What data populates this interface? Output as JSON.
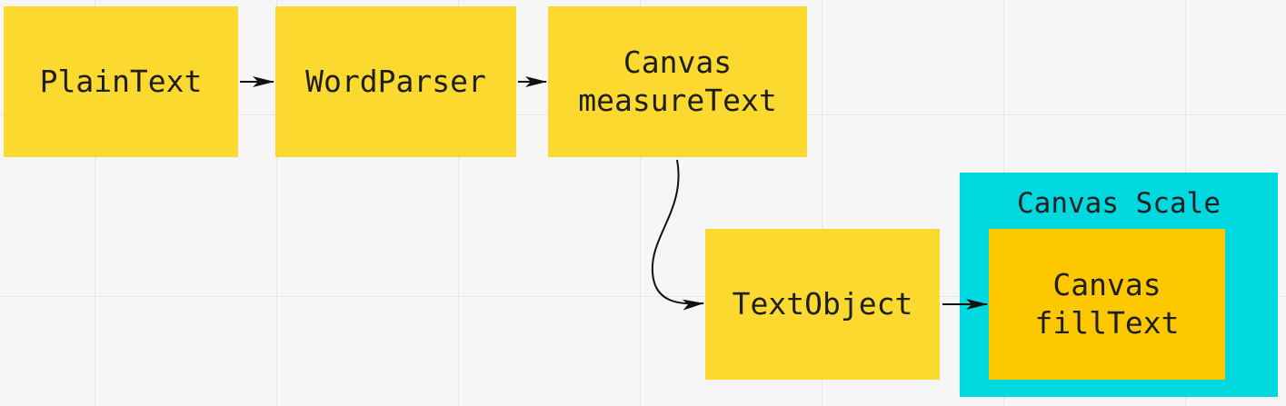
{
  "nodes": {
    "plain_text": "PlainText",
    "word_parser": "WordParser",
    "measure_text": "Canvas\nmeasureText",
    "text_object": "TextObject",
    "fill_text": "Canvas\nfillText"
  },
  "groups": {
    "canvas_scale": "Canvas Scale"
  },
  "colors": {
    "node_fill": "#fcd92e",
    "inner_node_fill": "#fdc800",
    "group_fill": "#00d8e0",
    "background": "#f6f6f6",
    "grid": "#e6e6e6",
    "edge": "#111111"
  },
  "edges": [
    {
      "from": "PlainText",
      "to": "WordParser"
    },
    {
      "from": "WordParser",
      "to": "Canvas measureText"
    },
    {
      "from": "Canvas measureText",
      "to": "TextObject"
    },
    {
      "from": "TextObject",
      "to": "Canvas fillText"
    }
  ]
}
